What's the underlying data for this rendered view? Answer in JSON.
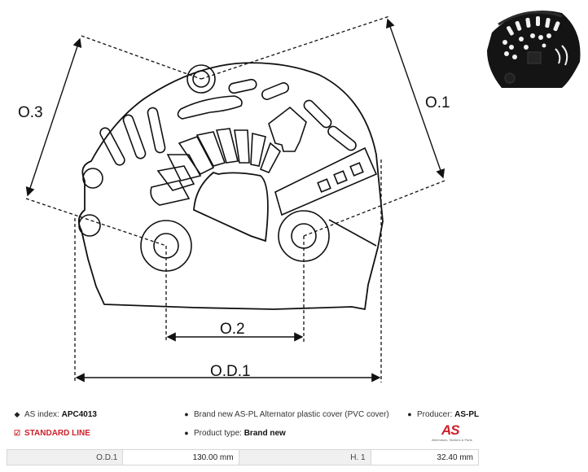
{
  "drawing": {
    "labels": {
      "o3": "O.3",
      "o1": "O.1",
      "o2": "O.2",
      "od1": "O.D.1"
    }
  },
  "info": {
    "as_index_label": "AS index:",
    "as_index_value": "APC4013",
    "standard_line": "STANDARD LINE",
    "description": "Brand new AS-PL Alternator plastic cover (PVC cover)",
    "product_type_label": "Product type:",
    "product_type_value": "Brand new",
    "producer_label": "Producer:",
    "producer_value": "AS-PL"
  },
  "logo": {
    "mark": "AS",
    "tagline": "Alternators, Starters & Parts"
  },
  "specs": [
    {
      "key": "O.D.1",
      "value": "130.00 mm"
    },
    {
      "key": "H. 1",
      "value": "32.40 mm"
    }
  ],
  "colors": {
    "accent_red": "#cc1f2a",
    "line": "#111111",
    "table_header_bg": "#f0f0f0",
    "table_border": "#d6d6d6"
  }
}
